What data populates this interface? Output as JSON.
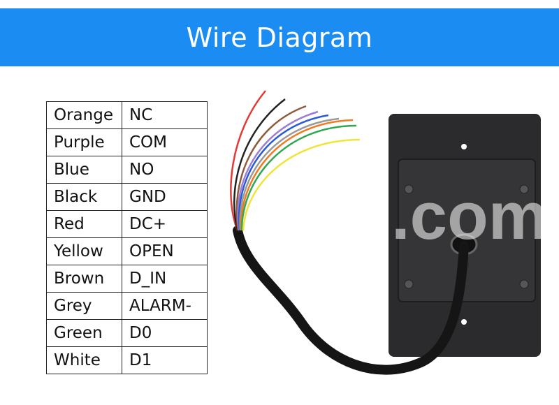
{
  "title": "Wire Diagram",
  "watermark": ".com",
  "colors": {
    "banner": "#1a8cf2",
    "device": "#2b2b2d"
  },
  "wires": [
    {
      "color": "Orange",
      "function": "NC"
    },
    {
      "color": "Purple",
      "function": "COM"
    },
    {
      "color": "Blue",
      "function": "NO"
    },
    {
      "color": "Black",
      "function": "GND"
    },
    {
      "color": "Red",
      "function": "DC+"
    },
    {
      "color": "Yellow",
      "function": "OPEN"
    },
    {
      "color": "Brown",
      "function": "D_IN"
    },
    {
      "color": "Grey",
      "function": "ALARM-"
    },
    {
      "color": "Green",
      "function": "D0"
    },
    {
      "color": "White",
      "function": "D1"
    }
  ]
}
